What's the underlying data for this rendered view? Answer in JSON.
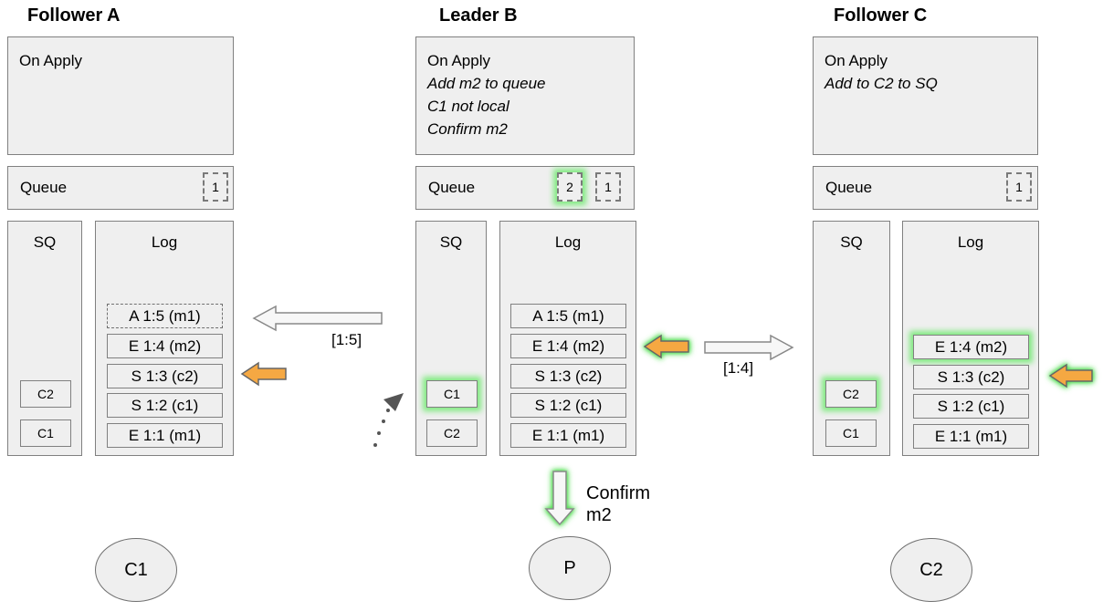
{
  "nodes": [
    {
      "title": "Follower A",
      "on_apply": {
        "heading": "On Apply",
        "notes": []
      },
      "queue": {
        "label": "Queue",
        "slots": [
          {
            "value": "1",
            "highlighted": false
          }
        ]
      },
      "sq": {
        "label": "SQ",
        "items": [
          {
            "value": "C2",
            "highlighted": false
          },
          {
            "value": "C1",
            "highlighted": false
          }
        ]
      },
      "log": {
        "label": "Log",
        "entries": [
          {
            "text": "A 1:5 (m1)",
            "pending": true,
            "highlighted": false
          },
          {
            "text": "E 1:4 (m2)",
            "pending": false,
            "highlighted": false
          },
          {
            "text": "S 1:3 (c2)",
            "pending": false,
            "highlighted": false
          },
          {
            "text": "S 1:2 (c1)",
            "pending": false,
            "highlighted": false
          },
          {
            "text": "E 1:1 (m1)",
            "pending": false,
            "highlighted": false
          }
        ]
      }
    },
    {
      "title": "Leader B",
      "on_apply": {
        "heading": "On Apply",
        "notes": [
          "Add m2 to queue",
          "C1 not local",
          "Confirm m2"
        ]
      },
      "queue": {
        "label": "Queue",
        "slots": [
          {
            "value": "2",
            "highlighted": true
          },
          {
            "value": "1",
            "highlighted": false
          }
        ]
      },
      "sq": {
        "label": "SQ",
        "items": [
          {
            "value": "C1",
            "highlighted": true
          },
          {
            "value": "C2",
            "highlighted": false
          }
        ]
      },
      "log": {
        "label": "Log",
        "entries": [
          {
            "text": "A 1:5 (m1)",
            "pending": false,
            "highlighted": false
          },
          {
            "text": "E 1:4 (m2)",
            "pending": false,
            "highlighted": false
          },
          {
            "text": "S 1:3 (c2)",
            "pending": false,
            "highlighted": false
          },
          {
            "text": "S 1:2 (c1)",
            "pending": false,
            "highlighted": false
          },
          {
            "text": "E 1:1 (m1)",
            "pending": false,
            "highlighted": false
          }
        ]
      }
    },
    {
      "title": "Follower C",
      "on_apply": {
        "heading": "On Apply",
        "notes": [
          "Add to C2 to SQ"
        ]
      },
      "queue": {
        "label": "Queue",
        "slots": [
          {
            "value": "1",
            "highlighted": false
          }
        ]
      },
      "sq": {
        "label": "SQ",
        "items": [
          {
            "value": "C2",
            "highlighted": true
          },
          {
            "value": "C1",
            "highlighted": false
          }
        ]
      },
      "log": {
        "label": "Log",
        "entries": [
          {
            "text": "E 1:4 (m2)",
            "pending": false,
            "highlighted": true
          },
          {
            "text": "S 1:3 (c2)",
            "pending": false,
            "highlighted": false
          },
          {
            "text": "S 1:2 (c1)",
            "pending": false,
            "highlighted": false
          },
          {
            "text": "E 1:1 (m1)",
            "pending": false,
            "highlighted": false
          }
        ]
      }
    }
  ],
  "arrows": {
    "replicate_to_a_label": "[1:5]",
    "replicate_to_c_label": "[1:4]",
    "confirm_label_line1": "Confirm",
    "confirm_label_line2": "m2"
  },
  "clients": [
    {
      "label": "C1"
    },
    {
      "label": "P"
    },
    {
      "label": "C2"
    }
  ],
  "colors": {
    "accent_orange": "#F5A843",
    "highlight_green": "#7DE87D",
    "box_fill": "#EFEFEF",
    "box_border": "#808080"
  }
}
